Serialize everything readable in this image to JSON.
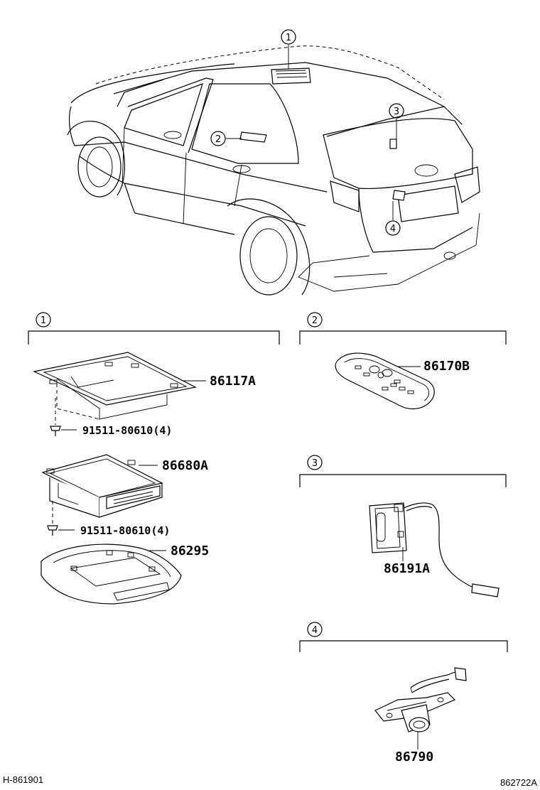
{
  "callouts": {
    "c1": "1",
    "c2": "2",
    "c3": "3",
    "c4": "4"
  },
  "sections": [
    {
      "number": "1"
    },
    {
      "number": "2"
    },
    {
      "number": "3"
    },
    {
      "number": "4"
    }
  ],
  "parts": {
    "p86117A": "86117A",
    "bolt1": "91511-80610(4)",
    "p86680A": "86680A",
    "bolt2": "91511-80610(4)",
    "p86295": "86295",
    "p86170B": "86170B",
    "p86191A": "86191A",
    "p86790": "86790"
  },
  "footer": {
    "left_code": "H-861901",
    "right_code": "862722A"
  }
}
